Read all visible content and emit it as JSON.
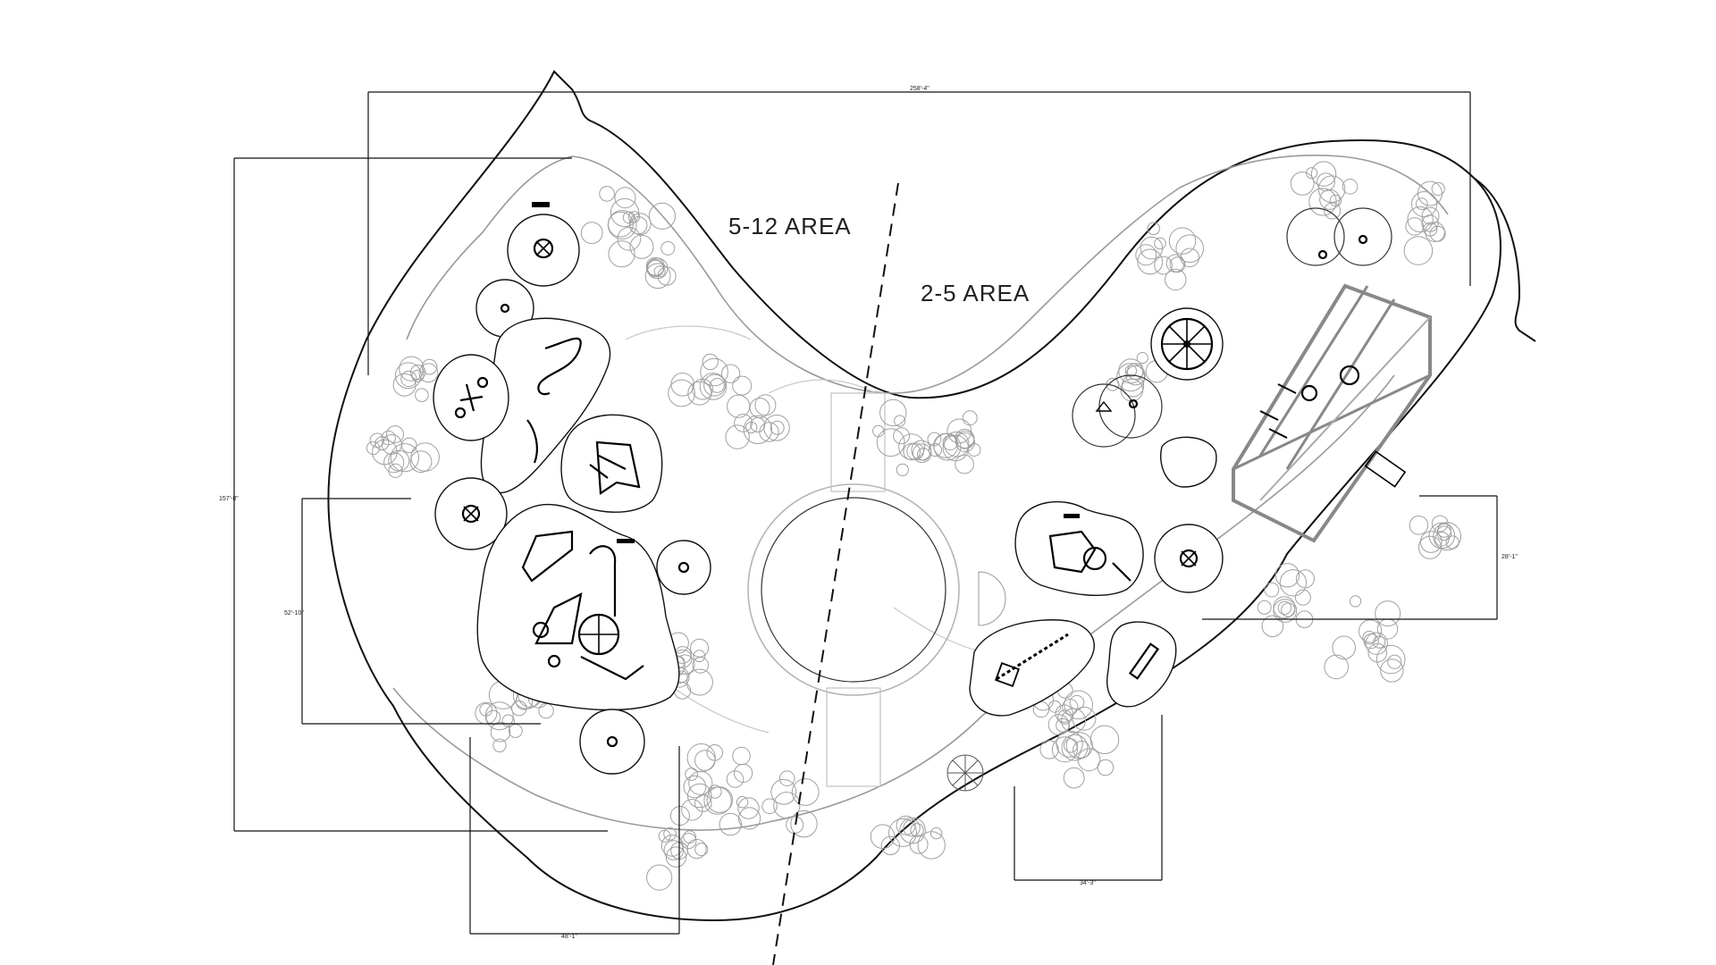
{
  "zones": {
    "older": "5-12 AREA",
    "younger": "2-5 AREA"
  },
  "dimensions": {
    "overall_width": "258'-4\"",
    "overall_height": "157'-8\"",
    "left_inner_height": "52'-10\"",
    "right_inner_height": "28'-1\"",
    "bottom_left_width": "48'-1\"",
    "bottom_right_width": "34'-3\""
  }
}
